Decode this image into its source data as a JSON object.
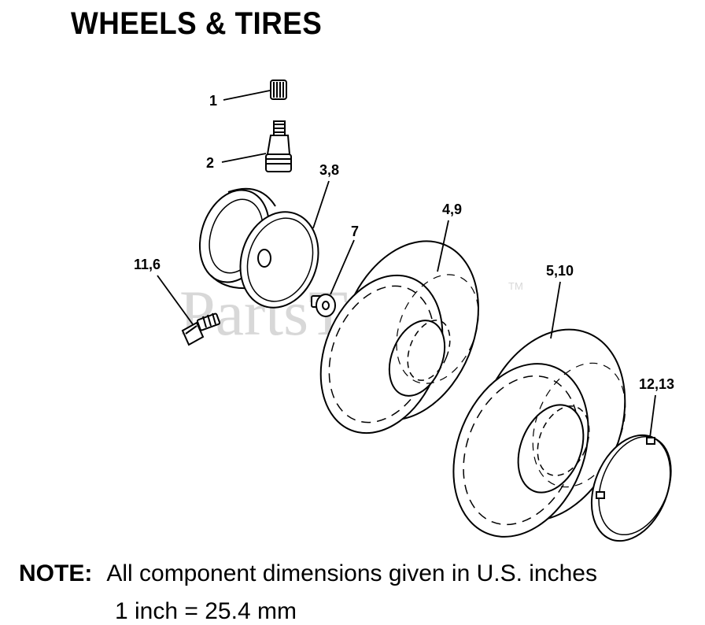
{
  "title": "WHEELS & TIRES",
  "note": {
    "label": "NOTE:",
    "text": "All component dimensions given in U.S. inches",
    "line2": "1 inch = 25.4 mm"
  },
  "watermark": {
    "text": "PartsTree",
    "mark": "TM"
  },
  "callouts": [
    "1",
    "2",
    "3,8",
    "4,9",
    "7",
    "11,6",
    "5,10",
    "12,13"
  ],
  "parts": [
    "valve-cap",
    "valve-stem",
    "rim",
    "front-tire",
    "bushing",
    "bolt",
    "rear-tire",
    "hub-cap"
  ]
}
